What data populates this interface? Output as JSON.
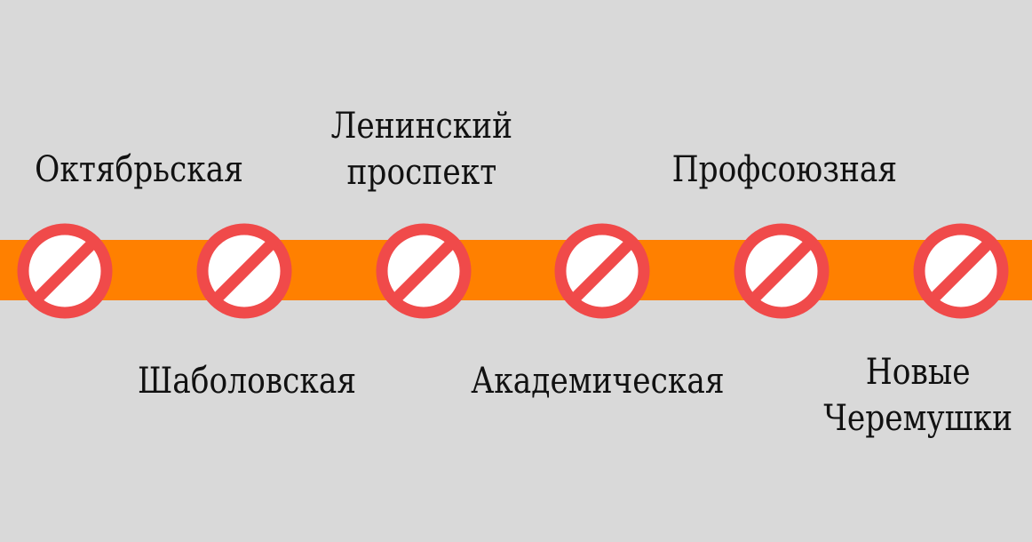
{
  "colors": {
    "background": "#d9d9d9",
    "line": "#ff8000",
    "sign_ring": "#f04a4a",
    "sign_fill": "#ffffff",
    "text": "#111111"
  },
  "station_icon": "prohibited-sign-icon",
  "stations": [
    {
      "lines": [
        "Октябрьская"
      ],
      "label_side": "above",
      "status": "closed"
    },
    {
      "lines": [
        "Шаболовская"
      ],
      "label_side": "below",
      "status": "closed"
    },
    {
      "lines": [
        "Ленинский",
        "проспект"
      ],
      "label_side": "above",
      "status": "closed"
    },
    {
      "lines": [
        "Академическая"
      ],
      "label_side": "below",
      "status": "closed"
    },
    {
      "lines": [
        "Профсоюзная"
      ],
      "label_side": "above",
      "status": "closed"
    },
    {
      "lines": [
        "Новые",
        "Черемушки"
      ],
      "label_side": "below",
      "status": "closed"
    }
  ]
}
